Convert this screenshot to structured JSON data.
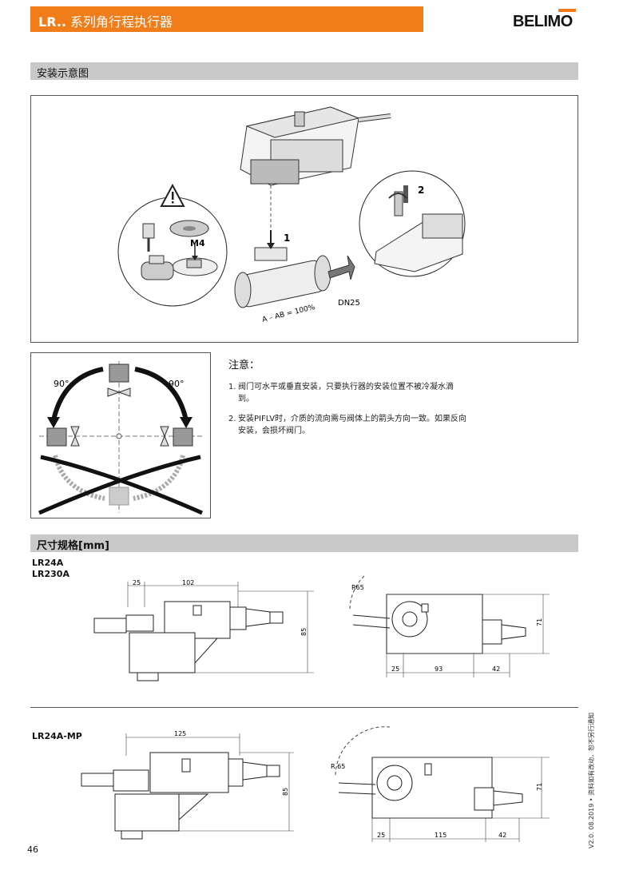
{
  "header": {
    "title_prefix": "LR..",
    "title_rest": " 系列角行程执行器",
    "brand": "BELIMO"
  },
  "sections": {
    "installation": "安装示意图",
    "dimensions": "尺寸规格[mm]"
  },
  "installation_diagram": {
    "step1": "1",
    "step2": "2",
    "bolt": "M4",
    "size": "DN25",
    "flow": "A – AB = 100%"
  },
  "orientation": {
    "angle_left": "90°",
    "angle_right": "90°"
  },
  "notes": {
    "title": "注意：",
    "items": [
      {
        "num": "1.",
        "text": "阀门可水平或垂直安装，只要执行器的安装位置不被冷凝水滴到。"
      },
      {
        "num": "2.",
        "text": "安装PIFLV时，介质的流向需与阀体上的箭头方向一致。如果反向安装，会损坏阀门。"
      }
    ]
  },
  "models": {
    "first": [
      "LR24A",
      "LR230A"
    ],
    "second": "LR24A-MP"
  },
  "dims_first": {
    "top_a": "25",
    "top_b": "102",
    "height": "85",
    "radius": "R65",
    "bottom_a": "25",
    "bottom_b": "93",
    "bottom_c": "42",
    "side": "71"
  },
  "dims_second": {
    "top": "125",
    "height": "85",
    "radius": "R 65",
    "bottom_a": "25",
    "bottom_b": "115",
    "bottom_c": "42",
    "side": "71"
  },
  "footer": {
    "page": "46",
    "side_note": "V2.0. 08.2019 • 资料如有改动，恕不另行通知"
  },
  "colors": {
    "accent": "#f07d1a",
    "section_bar": "#c9c9c9"
  }
}
